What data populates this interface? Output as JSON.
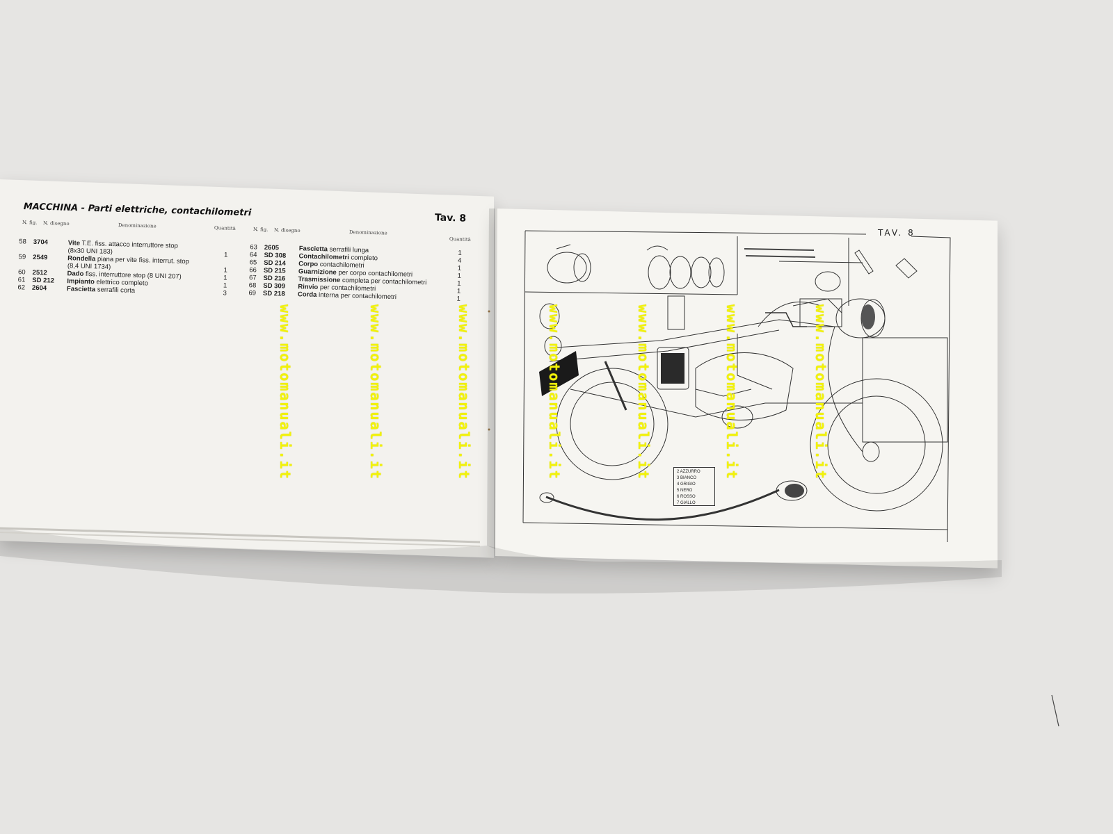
{
  "left_page": {
    "title_bold": "MACCHINA",
    "title_rest": "- Parti elettriche, contachilometri",
    "tav": "Tav. 8",
    "columns": {
      "nfig": "N. fig.",
      "ndisegno": "N. disegno",
      "denominazione": "Denominazione",
      "quantita": "Quantità"
    },
    "rows_left": [
      {
        "n": "58",
        "code": "3704",
        "name": "Vite",
        "desc": "T.E. fiss. attacco interruttore stop",
        "qty": ""
      },
      {
        "n": "",
        "code": "",
        "name": "",
        "desc": "(8x30 UNI 183)",
        "qty": "1"
      },
      {
        "n": "59",
        "code": "2549",
        "name": "Rondella",
        "desc": "piana per vite fiss. interrut. stop",
        "qty": ""
      },
      {
        "n": "",
        "code": "",
        "name": "",
        "desc": "(8,4 UNI 1734)",
        "qty": "1"
      },
      {
        "n": "60",
        "code": "2512",
        "name": "Dado",
        "desc": "fiss. interruttore stop (8 UNI 207)",
        "qty": "1"
      },
      {
        "n": "61",
        "code": "SD 212",
        "name": "Impianto",
        "desc": "elettrico completo",
        "qty": "1"
      },
      {
        "n": "62",
        "code": "2604",
        "name": "Fascietta",
        "desc": "serrafili corta",
        "qty": "3"
      }
    ],
    "rows_right": [
      {
        "n": "63",
        "code": "2605",
        "name": "Fascietta",
        "desc": "serrafili lunga",
        "qty": "1"
      },
      {
        "n": "64",
        "code": "SD 308",
        "name": "Contachilometri",
        "desc": "completo",
        "qty": "4"
      },
      {
        "n": "65",
        "code": "SD 214",
        "name": "Corpo",
        "desc": "contachilometri",
        "qty": "1"
      },
      {
        "n": "66",
        "code": "SD 215",
        "name": "Guarnizione",
        "desc": "per corpo contachilometri",
        "qty": "1"
      },
      {
        "n": "67",
        "code": "SD 216",
        "name": "Trasmissione",
        "desc": "completa per contachilometri",
        "qty": "1"
      },
      {
        "n": "68",
        "code": "SD 309",
        "name": "Rinvio",
        "desc": "per contachilometri",
        "qty": "1"
      },
      {
        "n": "69",
        "code": "SD 218",
        "name": "Corda",
        "desc": "interna per contachilometri",
        "qty": "1"
      }
    ]
  },
  "right_page": {
    "tav": "TAV. 8",
    "legend": [
      "2 AZZURRO",
      "3 BIANCO",
      "4 GRIGIO",
      "5 NERO",
      "6 ROSSO",
      "7 GIALLO"
    ]
  },
  "watermark": "www.motomanuali.it"
}
